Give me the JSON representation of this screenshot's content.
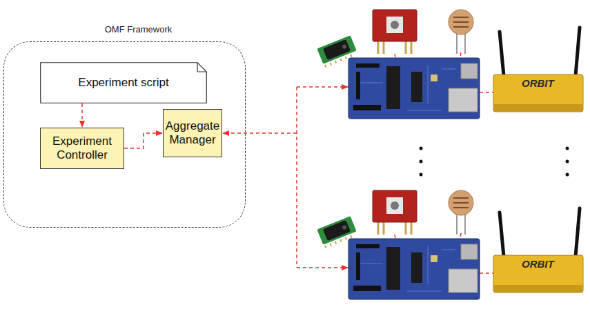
{
  "diagram": {
    "nodes": [
      {
        "text": [
          "OMF Framework"
        ]
      },
      {
        "text": [
          "Experiment script"
        ],
        "in": 0
      },
      {
        "text": [
          "Experiment Controller"
        ],
        "in": 0
      },
      {
        "text": [
          "Aggregate Manager"
        ],
        "in": 0
      }
    ],
    "edges": [
      {
        "from": 1,
        "to": 2,
        "arrow": "to"
      },
      {
        "from": 2,
        "to": 3,
        "arrow": "to"
      }
    ],
    "labels": [
      "ORBIT",
      "ORBIT"
    ]
  }
}
